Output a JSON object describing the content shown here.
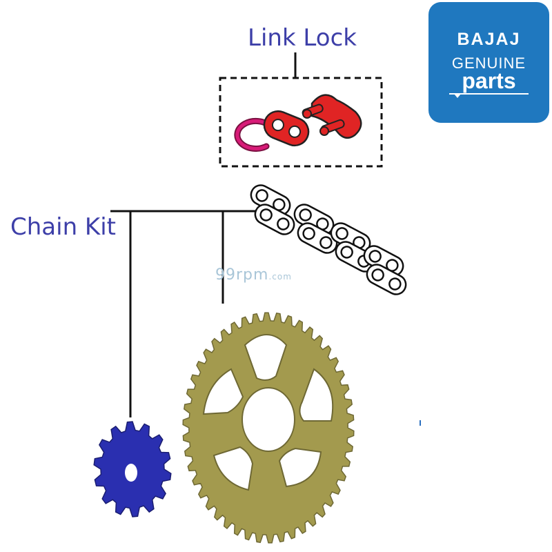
{
  "labels": {
    "link_lock": "Link Lock",
    "chain_kit": "Chain Kit"
  },
  "logo": {
    "brand": "BAJAJ",
    "line1": "GENUINE",
    "line2": "parts"
  },
  "watermark": {
    "main": "99rpm",
    "suffix": ".com"
  },
  "colors": {
    "label_text": "#3d3fa8",
    "logo_bg": "#1f78bf",
    "link_plate": "#e02424",
    "circlip": "#c2185b",
    "rear_sprocket": "#a39a4e",
    "front_sprocket": "#2a2fb0",
    "chain": "#ffffff",
    "lines": "#111111"
  },
  "parts": {
    "link_lock": [
      "circlip",
      "link-plate",
      "pin-link"
    ],
    "chain_kit": [
      "drive-chain",
      "rear-sprocket",
      "front-sprocket"
    ]
  }
}
